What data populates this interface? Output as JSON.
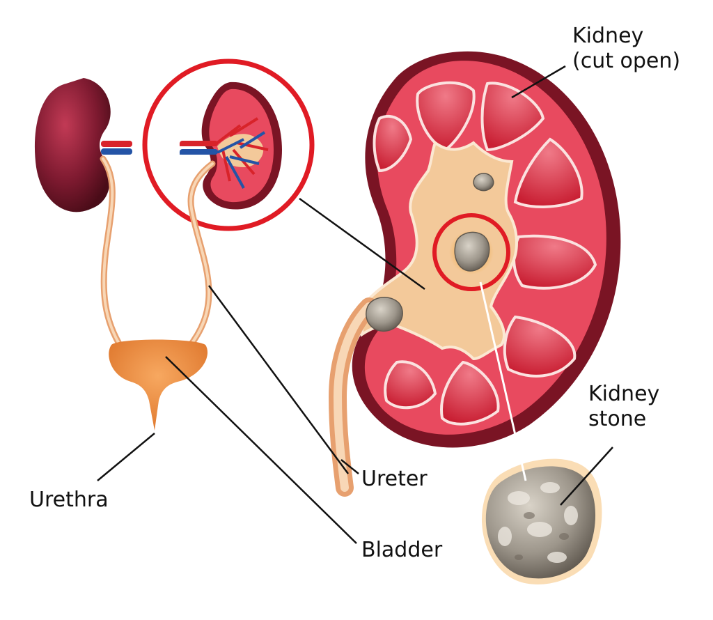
{
  "labels": {
    "kidney_line1": "Kidney",
    "kidney_line2": "(cut open)",
    "stone_line1": "Kidney",
    "stone_line2": "stone",
    "ureter": "Ureter",
    "urethra": "Urethra",
    "bladder": "Bladder"
  },
  "colors": {
    "kidney_outer": "#7a1424",
    "kidney_cortex": "#e84a5f",
    "pyramid": "#d42a3c",
    "pelvis": "#f3c99a",
    "highlight_circle": "#e01b24",
    "stone": "#a59d92",
    "bladder": "#f08a3c",
    "artery": "#d8232a",
    "vein": "#2454a6",
    "leader_line": "#111111"
  }
}
